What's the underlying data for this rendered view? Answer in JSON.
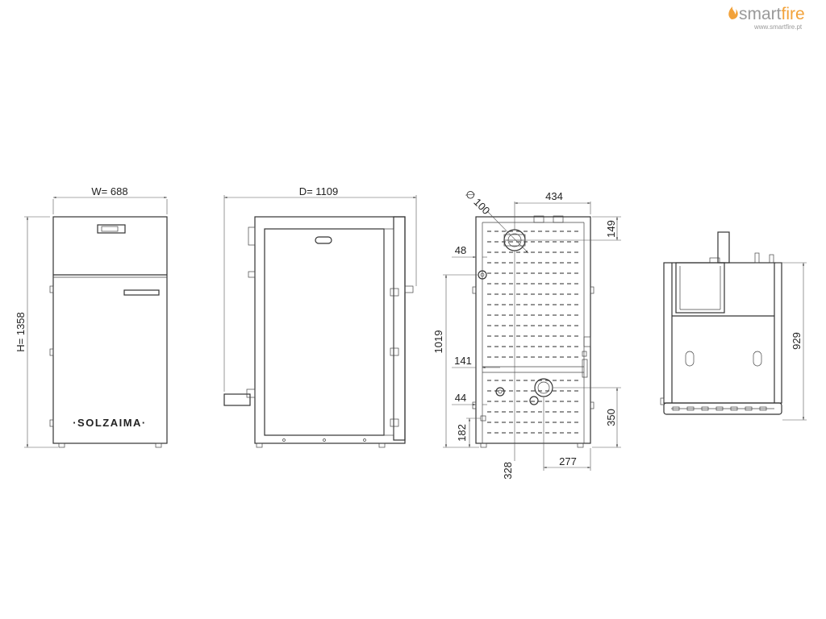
{
  "brand": {
    "name_a": "smart",
    "name_b": "fire",
    "url": "www.smartfire.pt",
    "accent_color": "#f2a23a",
    "icon": "flame-icon"
  },
  "front_view": {
    "width_label": "W=  688",
    "height_label": "H= 1358",
    "logo_text": "·SOLZAIMA·"
  },
  "side_view": {
    "depth_label": "D=  1109"
  },
  "rear_view": {
    "diameter_label": "∅ 100",
    "dims": [
      "434",
      "149",
      "48",
      "1019",
      "141",
      "44",
      "182",
      "350",
      "328",
      "277"
    ]
  },
  "top_view": {
    "height_label": "929"
  }
}
